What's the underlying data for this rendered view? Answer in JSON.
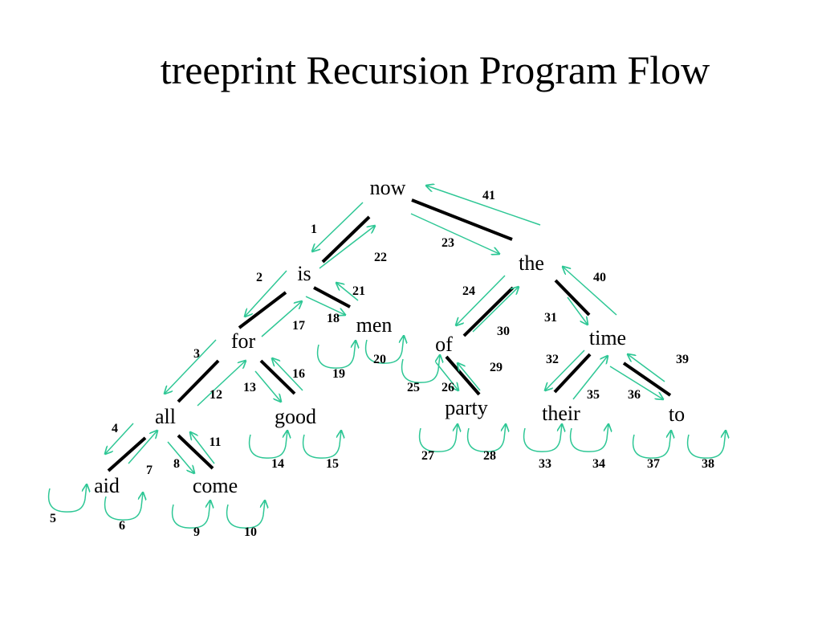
{
  "title": "treeprint Recursion Program Flow",
  "colors": {
    "edge": "#000000",
    "flow_arrow": "#2ec795"
  },
  "nodes": [
    {
      "id": "now",
      "label": "now"
    },
    {
      "id": "is",
      "label": "is"
    },
    {
      "id": "the",
      "label": "the"
    },
    {
      "id": "for",
      "label": "for"
    },
    {
      "id": "men",
      "label": "men"
    },
    {
      "id": "of",
      "label": "of"
    },
    {
      "id": "time",
      "label": "time"
    },
    {
      "id": "all",
      "label": "all"
    },
    {
      "id": "good",
      "label": "good"
    },
    {
      "id": "party",
      "label": "party"
    },
    {
      "id": "their",
      "label": "their"
    },
    {
      "id": "to",
      "label": "to"
    },
    {
      "id": "aid",
      "label": "aid"
    },
    {
      "id": "come",
      "label": "come"
    }
  ],
  "edges": [
    [
      "now",
      "is"
    ],
    [
      "now",
      "the"
    ],
    [
      "is",
      "for"
    ],
    [
      "is",
      "men"
    ],
    [
      "for",
      "all"
    ],
    [
      "for",
      "good"
    ],
    [
      "all",
      "aid"
    ],
    [
      "all",
      "come"
    ],
    [
      "the",
      "of"
    ],
    [
      "the",
      "time"
    ],
    [
      "of",
      "party"
    ],
    [
      "time",
      "their"
    ],
    [
      "time",
      "to"
    ]
  ],
  "steps": [
    "1",
    "2",
    "3",
    "4",
    "5",
    "6",
    "7",
    "8",
    "9",
    "10",
    "11",
    "12",
    "13",
    "14",
    "15",
    "16",
    "17",
    "18",
    "19",
    "20",
    "21",
    "22",
    "23",
    "24",
    "25",
    "26",
    "27",
    "28",
    "29",
    "30",
    "31",
    "32",
    "33",
    "34",
    "35",
    "36",
    "37",
    "38",
    "39",
    "40",
    "41"
  ]
}
